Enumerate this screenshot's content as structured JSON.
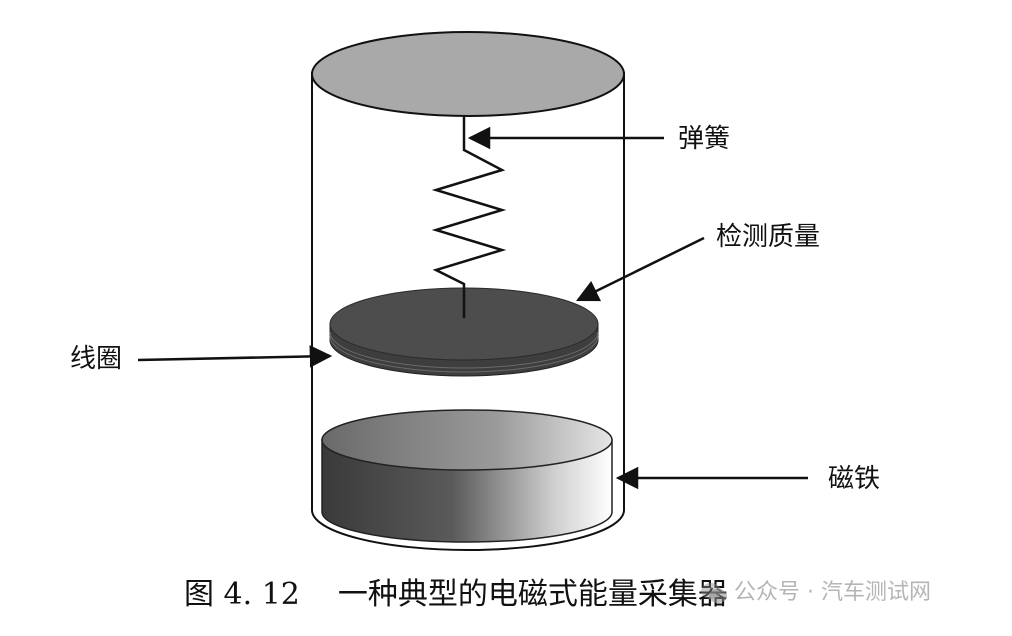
{
  "labels": {
    "spring": "弹簧",
    "proof_mass": "检测质量",
    "coil": "线圈",
    "magnet": "磁铁"
  },
  "caption": {
    "figure_number": "图 4. 12",
    "title": "一种典型的电磁式能量采集器"
  },
  "watermark": {
    "text": "公众号 · 汽车测试网",
    "icon": "wechat-icon"
  },
  "colors": {
    "cylinder_top": "#a9a9a9",
    "coil_disc": "#4a4a4a",
    "magnet_dark": "#3c3c3c",
    "magnet_light": "#ffffff",
    "outline": "#111111"
  }
}
